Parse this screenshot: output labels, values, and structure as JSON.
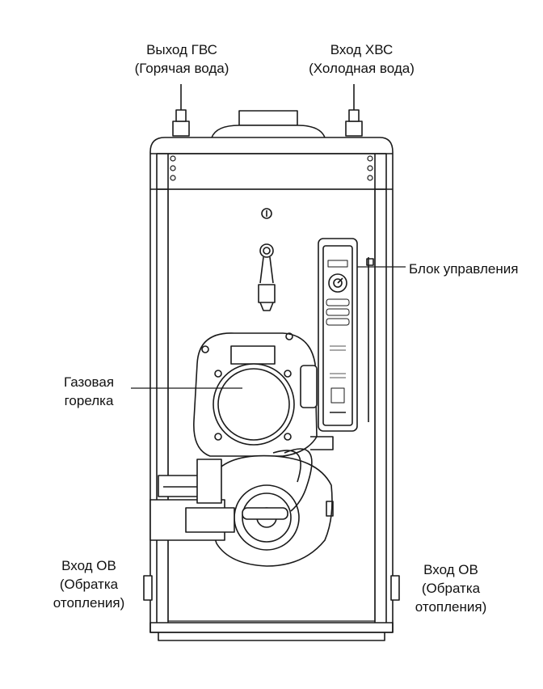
{
  "labels": {
    "hot_water_out": {
      "line1": "Выход ГВС",
      "line2": "(Горячая вода)"
    },
    "cold_water_in": {
      "line1": "Вход ХВС",
      "line2": "(Холодная вода)"
    },
    "control_unit": {
      "line1": "Блок управления"
    },
    "gas_burner": {
      "line1": "Газовая",
      "line2": "горелка"
    },
    "heating_return_left": {
      "line1": "Вход ОВ",
      "line2": "(Обратка",
      "line3": "отопления)"
    },
    "heating_return_right": {
      "line1": "Вход ОВ",
      "line2": "(Обратка",
      "line3": "отопления)"
    }
  },
  "colors": {
    "stroke": "#1a1a1a",
    "fill": "#ffffff",
    "text": "#111111"
  }
}
